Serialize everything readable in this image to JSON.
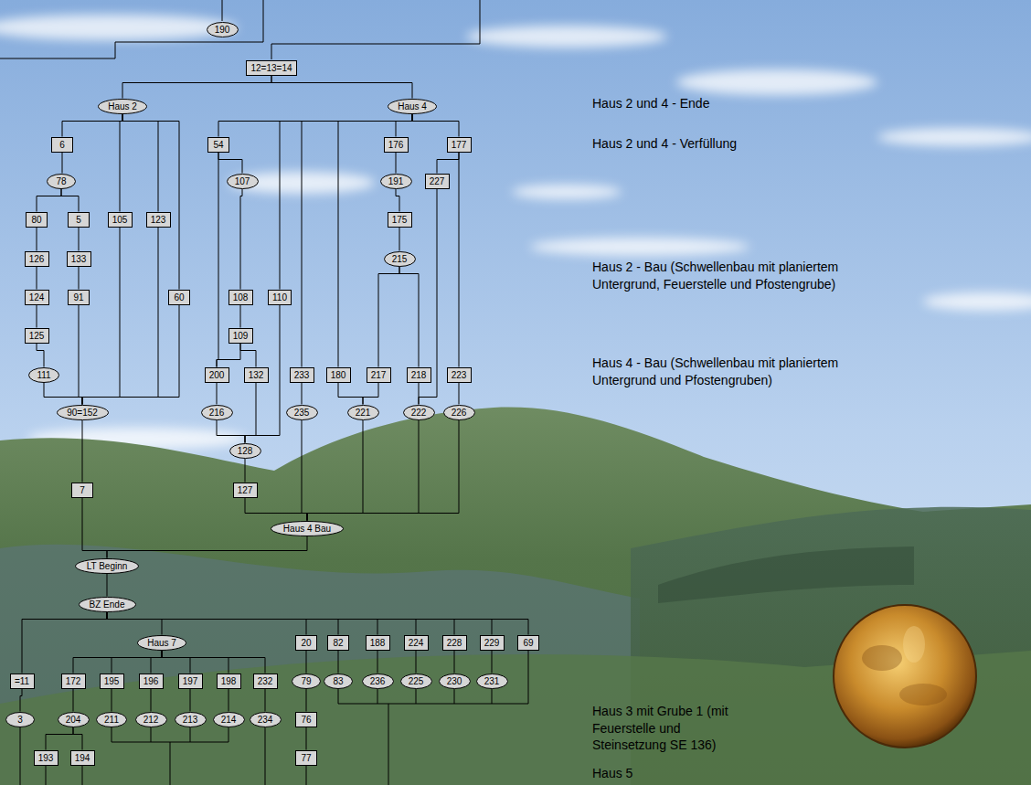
{
  "diagram": {
    "nodes": [
      {
        "text": [
          "190"
        ]
      },
      {
        "text": [
          "12=13=14"
        ]
      },
      {
        "text": [
          "Haus 2"
        ]
      },
      {
        "text": [
          "Haus 4"
        ]
      },
      {
        "text": [
          "6"
        ]
      },
      {
        "text": [
          "54"
        ]
      },
      {
        "text": [
          "176"
        ]
      },
      {
        "text": [
          "177"
        ]
      },
      {
        "text": [
          "78"
        ]
      },
      {
        "text": [
          "107"
        ]
      },
      {
        "text": [
          "191"
        ]
      },
      {
        "text": [
          "227"
        ]
      },
      {
        "text": [
          "80"
        ]
      },
      {
        "text": [
          "5"
        ]
      },
      {
        "text": [
          "105"
        ]
      },
      {
        "text": [
          "123"
        ]
      },
      {
        "text": [
          "175"
        ]
      },
      {
        "text": [
          "126"
        ]
      },
      {
        "text": [
          "133"
        ]
      },
      {
        "text": [
          "215"
        ]
      },
      {
        "text": [
          "124"
        ]
      },
      {
        "text": [
          "91"
        ]
      },
      {
        "text": [
          "60"
        ]
      },
      {
        "text": [
          "108"
        ]
      },
      {
        "text": [
          "110"
        ]
      },
      {
        "text": [
          "125"
        ]
      },
      {
        "text": [
          "109"
        ]
      },
      {
        "text": [
          "111"
        ]
      },
      {
        "text": [
          "200"
        ]
      },
      {
        "text": [
          "132"
        ]
      },
      {
        "text": [
          "233"
        ]
      },
      {
        "text": [
          "180"
        ]
      },
      {
        "text": [
          "217"
        ]
      },
      {
        "text": [
          "218"
        ]
      },
      {
        "text": [
          "223"
        ]
      },
      {
        "text": [
          "90=152"
        ]
      },
      {
        "text": [
          "216"
        ]
      },
      {
        "text": [
          "235"
        ]
      },
      {
        "text": [
          "221"
        ]
      },
      {
        "text": [
          "222"
        ]
      },
      {
        "text": [
          "226"
        ]
      },
      {
        "text": [
          "128"
        ]
      },
      {
        "text": [
          "7"
        ]
      },
      {
        "text": [
          "127"
        ]
      },
      {
        "text": [
          "Haus 4 Bau"
        ]
      },
      {
        "text": [
          "LT Beginn"
        ]
      },
      {
        "text": [
          "BZ Ende"
        ]
      },
      {
        "text": [
          "Haus 7"
        ]
      },
      {
        "text": [
          "20"
        ]
      },
      {
        "text": [
          "82"
        ]
      },
      {
        "text": [
          "188"
        ]
      },
      {
        "text": [
          "224"
        ]
      },
      {
        "text": [
          "228"
        ]
      },
      {
        "text": [
          "229"
        ]
      },
      {
        "text": [
          "69"
        ]
      },
      {
        "text": [
          "=11"
        ]
      },
      {
        "text": [
          "172"
        ]
      },
      {
        "text": [
          "195"
        ]
      },
      {
        "text": [
          "196"
        ]
      },
      {
        "text": [
          "197"
        ]
      },
      {
        "text": [
          "198"
        ]
      },
      {
        "text": [
          "232"
        ]
      },
      {
        "text": [
          "79"
        ]
      },
      {
        "text": [
          "83"
        ]
      },
      {
        "text": [
          "236"
        ]
      },
      {
        "text": [
          "225"
        ]
      },
      {
        "text": [
          "230"
        ]
      },
      {
        "text": [
          "231"
        ]
      },
      {
        "text": [
          "3"
        ]
      },
      {
        "text": [
          "204"
        ]
      },
      {
        "text": [
          "211"
        ]
      },
      {
        "text": [
          "212"
        ]
      },
      {
        "text": [
          "213"
        ]
      },
      {
        "text": [
          "214"
        ]
      },
      {
        "text": [
          "234"
        ]
      },
      {
        "text": [
          "76"
        ]
      },
      {
        "text": [
          "193"
        ]
      },
      {
        "text": [
          "194"
        ]
      },
      {
        "text": [
          "77"
        ]
      }
    ],
    "edges": [
      {
        "from": 1,
        "to": 2,
        "arrow": "none"
      },
      {
        "from": 1,
        "to": 3,
        "arrow": "none"
      },
      {
        "from": 2,
        "to": 4,
        "arrow": "none"
      },
      {
        "from": 2,
        "to": 14,
        "arrow": "none"
      },
      {
        "from": 2,
        "to": 15,
        "arrow": "none"
      },
      {
        "from": 2,
        "to": 22,
        "arrow": "none"
      },
      {
        "from": 3,
        "to": 5,
        "arrow": "none"
      },
      {
        "from": 3,
        "to": 6,
        "arrow": "none"
      },
      {
        "from": 3,
        "to": 7,
        "arrow": "none"
      },
      {
        "from": 3,
        "to": 24,
        "arrow": "none"
      },
      {
        "from": 3,
        "to": 30,
        "arrow": "none"
      },
      {
        "from": 3,
        "to": 31,
        "arrow": "none"
      },
      {
        "from": 4,
        "to": 8,
        "arrow": "none"
      },
      {
        "from": 8,
        "to": 12,
        "arrow": "none"
      },
      {
        "from": 8,
        "to": 13,
        "arrow": "none"
      },
      {
        "from": 12,
        "to": 17,
        "arrow": "none"
      },
      {
        "from": 17,
        "to": 20,
        "arrow": "none"
      },
      {
        "from": 20,
        "to": 25,
        "arrow": "none"
      },
      {
        "from": 25,
        "to": 27,
        "arrow": "none"
      },
      {
        "from": 27,
        "to": 35,
        "arrow": "none"
      },
      {
        "from": 13,
        "to": 18,
        "arrow": "none"
      },
      {
        "from": 18,
        "to": 21,
        "arrow": "none"
      },
      {
        "from": 21,
        "to": 35,
        "arrow": "none"
      },
      {
        "from": 14,
        "to": 35,
        "arrow": "none"
      },
      {
        "from": 15,
        "to": 35,
        "arrow": "none"
      },
      {
        "from": 22,
        "to": 35,
        "arrow": "none"
      },
      {
        "from": 5,
        "to": 9,
        "arrow": "none"
      },
      {
        "from": 5,
        "to": 28,
        "arrow": "none"
      },
      {
        "from": 9,
        "to": 23,
        "arrow": "none"
      },
      {
        "from": 23,
        "to": 26,
        "arrow": "none"
      },
      {
        "from": 26,
        "to": 28,
        "arrow": "none"
      },
      {
        "from": 26,
        "to": 29,
        "arrow": "none"
      },
      {
        "from": 28,
        "to": 36,
        "arrow": "none"
      },
      {
        "from": 36,
        "to": 41,
        "arrow": "none"
      },
      {
        "from": 29,
        "to": 41,
        "arrow": "none"
      },
      {
        "from": 24,
        "to": 41,
        "arrow": "none"
      },
      {
        "from": 41,
        "to": 43,
        "arrow": "none"
      },
      {
        "from": 43,
        "to": 44,
        "arrow": "none"
      },
      {
        "from": 6,
        "to": 10,
        "arrow": "none"
      },
      {
        "from": 10,
        "to": 16,
        "arrow": "none"
      },
      {
        "from": 16,
        "to": 19,
        "arrow": "none"
      },
      {
        "from": 19,
        "to": 32,
        "arrow": "none"
      },
      {
        "from": 19,
        "to": 33,
        "arrow": "none"
      },
      {
        "from": 7,
        "to": 11,
        "arrow": "none"
      },
      {
        "from": 7,
        "to": 34,
        "arrow": "none"
      },
      {
        "from": 11,
        "to": 39,
        "arrow": "none"
      },
      {
        "from": 30,
        "to": 37,
        "arrow": "none"
      },
      {
        "from": 31,
        "to": 38,
        "arrow": "none"
      },
      {
        "from": 32,
        "to": 38,
        "arrow": "none"
      },
      {
        "from": 33,
        "to": 39,
        "arrow": "none"
      },
      {
        "from": 34,
        "to": 40,
        "arrow": "none"
      },
      {
        "from": 37,
        "to": 44,
        "arrow": "none"
      },
      {
        "from": 38,
        "to": 44,
        "arrow": "none"
      },
      {
        "from": 39,
        "to": 44,
        "arrow": "none"
      },
      {
        "from": 40,
        "to": 44,
        "arrow": "none"
      },
      {
        "from": 35,
        "to": 42,
        "arrow": "none"
      },
      {
        "from": 42,
        "to": 45,
        "arrow": "none"
      },
      {
        "from": 44,
        "to": 45,
        "arrow": "none"
      },
      {
        "from": 45,
        "to": 46,
        "arrow": "none"
      },
      {
        "from": 46,
        "to": 47,
        "arrow": "none"
      },
      {
        "from": 46,
        "to": 48,
        "arrow": "none"
      },
      {
        "from": 46,
        "to": 49,
        "arrow": "none"
      },
      {
        "from": 46,
        "to": 50,
        "arrow": "none"
      },
      {
        "from": 46,
        "to": 51,
        "arrow": "none"
      },
      {
        "from": 46,
        "to": 52,
        "arrow": "none"
      },
      {
        "from": 46,
        "to": 53,
        "arrow": "none"
      },
      {
        "from": 46,
        "to": 54,
        "arrow": "none"
      },
      {
        "from": 46,
        "to": 55,
        "arrow": "none"
      },
      {
        "from": 47,
        "to": 56,
        "arrow": "none"
      },
      {
        "from": 47,
        "to": 57,
        "arrow": "none"
      },
      {
        "from": 47,
        "to": 58,
        "arrow": "none"
      },
      {
        "from": 47,
        "to": 59,
        "arrow": "none"
      },
      {
        "from": 47,
        "to": 60,
        "arrow": "none"
      },
      {
        "from": 47,
        "to": 61,
        "arrow": "none"
      },
      {
        "from": 56,
        "to": 69,
        "arrow": "none"
      },
      {
        "from": 57,
        "to": 70,
        "arrow": "none"
      },
      {
        "from": 58,
        "to": 71,
        "arrow": "none"
      },
      {
        "from": 59,
        "to": 72,
        "arrow": "none"
      },
      {
        "from": 60,
        "to": 73,
        "arrow": "none"
      },
      {
        "from": 61,
        "to": 74,
        "arrow": "none"
      },
      {
        "from": 69,
        "to": 76,
        "arrow": "none"
      },
      {
        "from": 69,
        "to": 77,
        "arrow": "none"
      },
      {
        "from": 55,
        "to": 68,
        "arrow": "none"
      },
      {
        "from": 48,
        "to": 62,
        "arrow": "none"
      },
      {
        "from": 62,
        "to": 75,
        "arrow": "none"
      },
      {
        "from": 75,
        "to": 78,
        "arrow": "none"
      },
      {
        "from": 49,
        "to": 63,
        "arrow": "none"
      },
      {
        "from": 50,
        "to": 64,
        "arrow": "none"
      },
      {
        "from": 51,
        "to": 65,
        "arrow": "none"
      },
      {
        "from": 52,
        "to": 66,
        "arrow": "none"
      },
      {
        "from": 53,
        "to": 67,
        "arrow": "none"
      }
    ],
    "labels": [
      "Haus 2 und 4 - Ende",
      "Haus 2 und 4 - Verfüllung",
      "Haus 2 - Bau (Schwellenbau mit planiertem Untergrund, Feuerstelle und Pfostengrube)",
      "Haus 4 - Bau (Schwellenbau mit planiertem Untergrund und Pfostengruben)",
      "Haus 3 mit Grube 1 (mit Feuerstelle und Steinsetzung SE 136)",
      "Haus 5"
    ]
  }
}
